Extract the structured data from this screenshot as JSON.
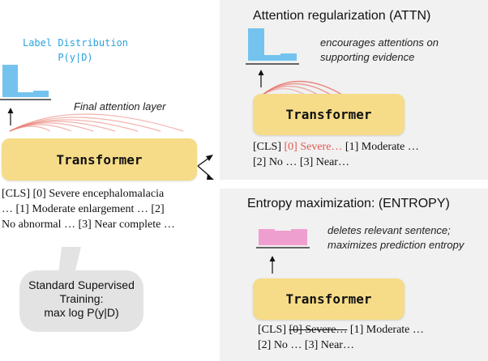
{
  "left": {
    "label_dist_title": "Label Distribution",
    "label_dist_expr": "P(y|D)",
    "final_attention": "Final attention layer",
    "transformer_label": "Transformer",
    "doc_lines": [
      "[CLS] [0] Severe encephalomalacia",
      "… [1] Moderate enlargement … [2]",
      "No abnormal … [3] Near complete …"
    ],
    "bubble_lines": [
      "Standard Supervised",
      "Training:",
      "max log P(y|D)"
    ]
  },
  "attn": {
    "title": "Attention regularization  (ATTN)",
    "note_lines": [
      "encourages attentions on",
      "supporting evidence"
    ],
    "transformer_label": "Transformer",
    "doc_line1_a": "[CLS] ",
    "doc_line1_red": "[0] Severe…",
    "doc_line1_b": " [1] Moderate …",
    "doc_line2": "[2] No … [3] Near…"
  },
  "entropy": {
    "title": "Entropy maximization: (ENTROPY)",
    "note_lines": [
      "deletes relevant sentence;",
      "maximizes prediction entropy"
    ],
    "transformer_label": "Transformer",
    "doc_line1_a": "[CLS] ",
    "doc_line1_strike": "[0] Severe…",
    "doc_line1_b": " [1] Moderate …",
    "doc_line2": "[2] No … [3] Near…"
  },
  "colors": {
    "panel_bg": "#f1f1f1",
    "transformer_fill": "#f6dc88",
    "bar_blue": "#74c3ee",
    "bar_pink": "#ef9fcf",
    "arc_red": "#e8746a",
    "label_blue": "#2aa3dd"
  }
}
